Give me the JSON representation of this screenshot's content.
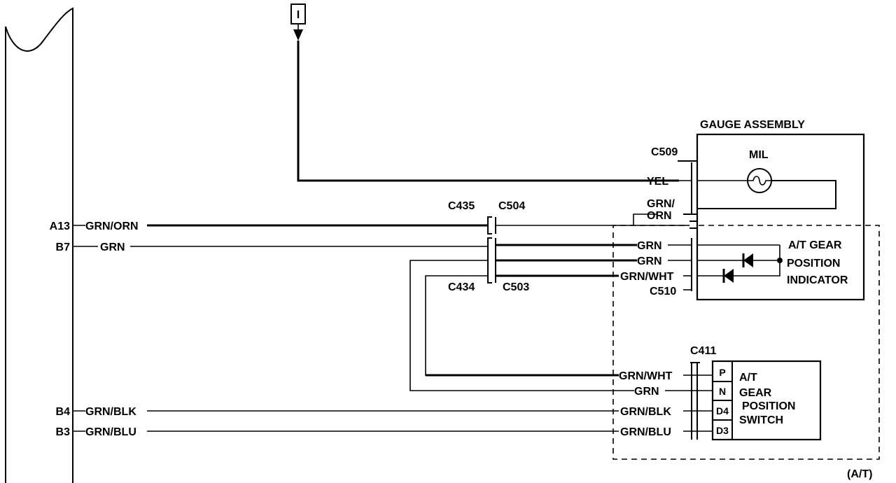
{
  "fuse_label": "I",
  "ecm_pins": {
    "a13": "A13",
    "b7": "B7",
    "b4": "B4",
    "b3": "B3"
  },
  "wires": {
    "grn_orn": "GRN/ORN",
    "grn": "GRN",
    "grn_blk": "GRN/BLK",
    "grn_blu": "GRN/BLU",
    "yel": "YEL",
    "grn_orn_line1": "GRN/",
    "grn_orn_line2": "ORN",
    "grn_wht": "GRN/WHT"
  },
  "connectors": {
    "c435": "C435",
    "c504": "C504",
    "c434": "C434",
    "c503": "C503",
    "c509": "C509",
    "c510": "C510",
    "c411": "C411"
  },
  "gauge": {
    "title": "GAUGE ASSEMBLY",
    "mil": "MIL",
    "indicator_line1": "A/T GEAR",
    "indicator_line2": "POSITION",
    "indicator_line3": "INDICATOR"
  },
  "switch": {
    "line1": "A/T",
    "line2": "GEAR",
    "line3": "POSITION",
    "line4": "SWITCH",
    "pins": [
      "P",
      "N",
      "D4",
      "D3"
    ]
  },
  "option_label": "(A/T)"
}
